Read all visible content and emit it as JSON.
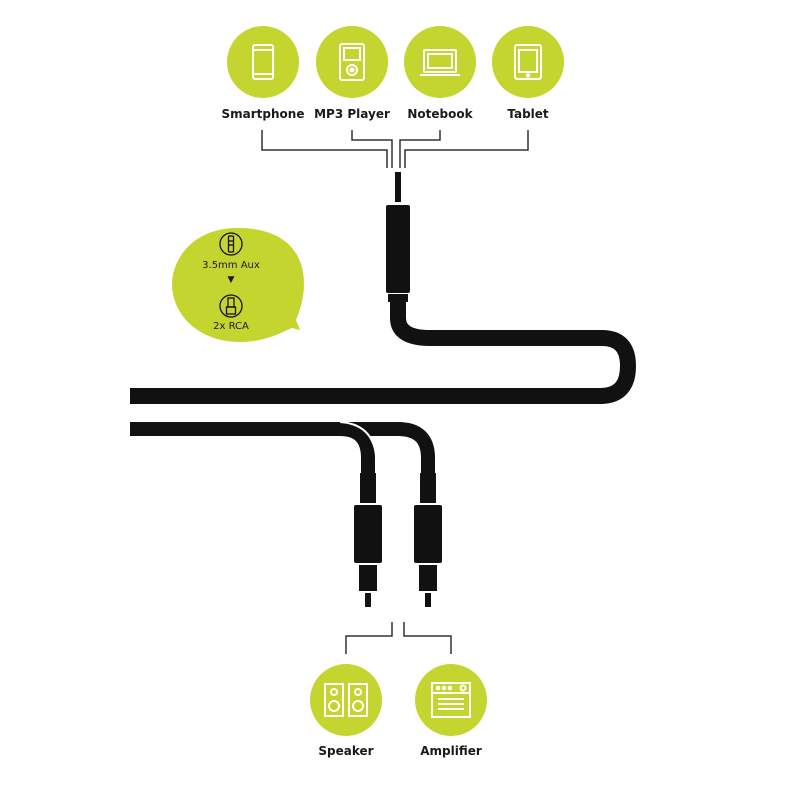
{
  "colors": {
    "accent": "#c5d52f",
    "ink": "#111111",
    "line": "#333333"
  },
  "sources": [
    {
      "label": "Smartphone",
      "icon": "smartphone-icon"
    },
    {
      "label": "MP3 Player",
      "icon": "mp3-player-icon"
    },
    {
      "label": "Notebook",
      "icon": "notebook-icon"
    },
    {
      "label": "Tablet",
      "icon": "tablet-icon"
    }
  ],
  "outputs": [
    {
      "label": "Speaker",
      "icon": "speaker-icon"
    },
    {
      "label": "Amplifier",
      "icon": "amplifier-icon"
    }
  ],
  "adapter_bubble": {
    "from_label": "3.5mm Aux",
    "arrow": "▼",
    "to_label": "2x RCA",
    "from_icon": "aux-jack-icon",
    "to_icon": "rca-plug-icon"
  }
}
